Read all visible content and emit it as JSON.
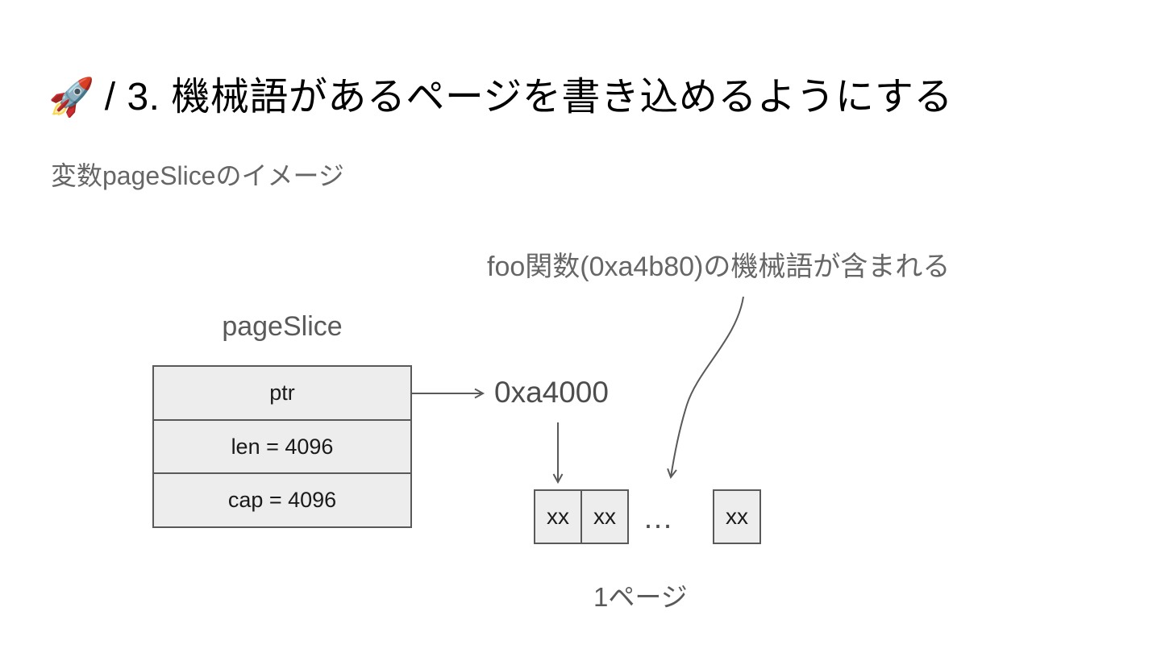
{
  "slide": {
    "title_emoji": "🚀",
    "title_text": "/ 3. 機械語があるページを書き込めるようにする",
    "subtitle": "変数pageSliceのイメージ"
  },
  "diagram": {
    "annotation": "foo関数(0xa4b80)の機械語が含まれる",
    "struct_label": "pageSlice",
    "struct_rows": [
      "ptr",
      "len = 4096",
      "cap = 4096"
    ],
    "pointer_address": "0xa4000",
    "byte_cells": [
      "xx",
      "xx"
    ],
    "ellipsis": "…",
    "last_byte_cell": "xx",
    "page_label": "1ページ"
  },
  "colors": {
    "box_fill": "#ededed",
    "box_border": "#595959",
    "arrow_line": "#595959",
    "title_text": "#000000",
    "muted_text": "#666666",
    "address_text": "#4d4d4d"
  }
}
